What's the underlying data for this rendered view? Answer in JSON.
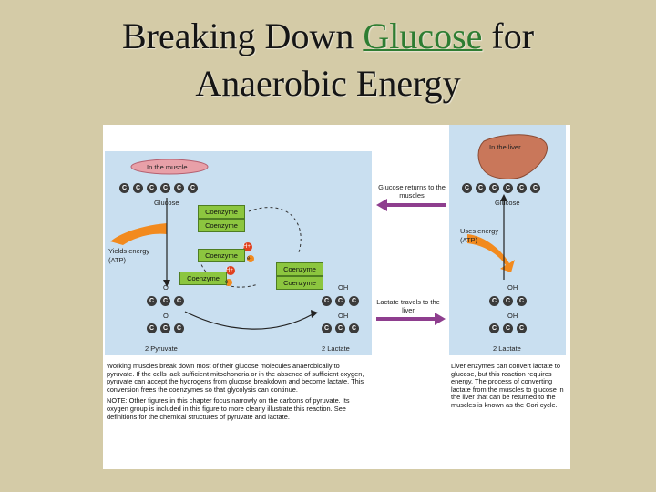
{
  "title": {
    "part1": "Breaking Down ",
    "keyword": "Glucose",
    "part2": " for",
    "line2": "Anaerobic Energy"
  },
  "muscle": {
    "label": "In the muscle",
    "glucose": "Glucose",
    "coenzyme": "Coenzyme",
    "yields_energy": "Yields energy",
    "atp": "(ATP)",
    "h_plus": "H+",
    "electron": "e-",
    "o": "O",
    "oh": "OH",
    "pyruvate": "2 Pyruvate",
    "lactate": "2 Lactate",
    "carbon": "C"
  },
  "transfer": {
    "glucose_returns": "Glucose returns to the muscles",
    "lactate_travels": "Lactate travels to the liver"
  },
  "liver": {
    "label": "In the liver",
    "glucose": "Glucose",
    "uses_energy": "Uses energy",
    "atp": "(ATP)",
    "oh": "OH",
    "lactate": "2 Lactate"
  },
  "captions": {
    "left_p1": "Working muscles break down most of their glucose molecules anaerobically to pyruvate. If the cells lack sufficient mitochondria or in the absence of sufficient oxygen, pyruvate can accept the hydrogens from glucose breakdown and become lactate. This conversion frees the coenzymes so that glycolysis can continue.",
    "left_p2": "NOTE: Other figures in this chapter focus narrowly on the carbons of pyruvate. Its oxygen group is included in this figure to more clearly illustrate this reaction. See definitions for the chemical structures of pyruvate and lactate.",
    "right": "Liver enzymes can convert lactate to glucose, but this reaction requires energy. The process of converting lactate from the muscles to glucose in the liver that can be returned to the muscles is known as the Cori cycle."
  },
  "colors": {
    "background": "#d4cba7",
    "keyword": "#2e7d32",
    "panel": "#c9dff0",
    "coenzyme": "#8cc63f",
    "energy_arrow": "#f28a1e",
    "transfer_arrow": "#8e3e8e"
  }
}
